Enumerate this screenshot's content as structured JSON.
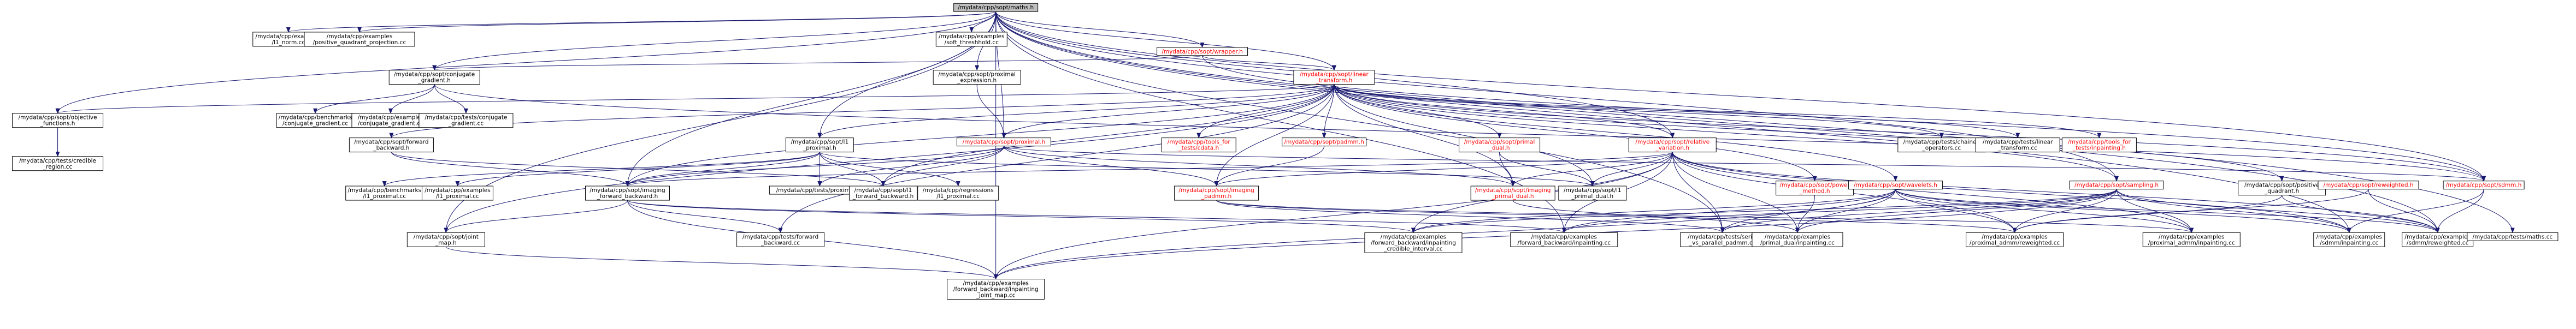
{
  "graph": {
    "title": "",
    "nodes": [
      {
        "id": "maths_h",
        "lines": [
          "/mydata/cpp/sopt/maths.h"
        ],
        "highlight": true
      },
      {
        "id": "ex_l1_norm",
        "lines": [
          "/mydata/cpp/examples",
          "/l1_norm.cc"
        ]
      },
      {
        "id": "ex_pos_quad_proj",
        "lines": [
          "/mydata/cpp/examples",
          "/positive_quadrant_projection.cc"
        ]
      },
      {
        "id": "ex_soft_thresh",
        "lines": [
          "/mydata/cpp/examples",
          "/soft_threshhold.cc"
        ]
      },
      {
        "id": "wrapper_h",
        "lines": [
          "/mydata/cpp/sopt/wrapper.h"
        ],
        "red": true
      },
      {
        "id": "conj_grad_h",
        "lines": [
          "/mydata/cpp/sopt/conjugate",
          "_gradient.h"
        ]
      },
      {
        "id": "prox_expr_h",
        "lines": [
          "/mydata/cpp/sopt/proximal",
          "_expression.h"
        ]
      },
      {
        "id": "linear_transform_h",
        "lines": [
          "/mydata/cpp/sopt/linear",
          "_transform.h"
        ],
        "red": true
      },
      {
        "id": "objective_functions_h",
        "lines": [
          "/mydata/cpp/sopt/objective",
          "_functions.h"
        ]
      },
      {
        "id": "bench_conj_grad",
        "lines": [
          "/mydata/cpp/benchmarks",
          "/conjugate_gradient.cc"
        ]
      },
      {
        "id": "ex_conj_grad",
        "lines": [
          "/mydata/cpp/examples",
          "/conjugate_gradient.cc"
        ]
      },
      {
        "id": "tests_conj_grad",
        "lines": [
          "/mydata/cpp/tests/conjugate",
          "_gradient.cc"
        ]
      },
      {
        "id": "tests_credible_region",
        "lines": [
          "/mydata/cpp/tests/credible",
          "_region.cc"
        ]
      },
      {
        "id": "forward_backward_h",
        "lines": [
          "/mydata/cpp/sopt/forward",
          "_backward.h"
        ]
      },
      {
        "id": "l1_proximal_h",
        "lines": [
          "/mydata/cpp/sopt/l1",
          "_proximal.h"
        ]
      },
      {
        "id": "proximal_h",
        "lines": [
          "/mydata/cpp/sopt/proximal.h"
        ],
        "red": true
      },
      {
        "id": "padmm_h",
        "lines": [
          "/mydata/cpp/sopt/padmm.h"
        ],
        "red": true
      },
      {
        "id": "tools_for_tests_h",
        "lines": [
          "/mydata/cpp/tools_for",
          "_tests/cdata.h"
        ],
        "red": true
      },
      {
        "id": "primal_dual_h",
        "lines": [
          "/mydata/cpp/sopt/primal",
          "_dual.h"
        ],
        "red": true
      },
      {
        "id": "relative_variation_h",
        "lines": [
          "/mydata/cpp/sopt/relative",
          "_variation.h"
        ],
        "red": true
      },
      {
        "id": "tests_chained_ops",
        "lines": [
          "/mydata/cpp/tests/chained",
          "_operators.cc"
        ]
      },
      {
        "id": "tests_linear_transform",
        "lines": [
          "/mydata/cpp/tests/linear",
          "_transform.cc"
        ]
      },
      {
        "id": "tools_for_tests_inpainting",
        "lines": [
          "/mydata/cpp/tools_for",
          "_tests/inpainting.h"
        ],
        "red": true
      },
      {
        "id": "bench_l1_prox",
        "lines": [
          "/mydata/cpp/benchmarks",
          "/l1_proximal.cc"
        ]
      },
      {
        "id": "ex_l1_prox",
        "lines": [
          "/mydata/cpp/examples",
          "/l1_proximal.cc"
        ]
      },
      {
        "id": "imaging_fb_h",
        "lines": [
          "/mydata/cpp/sopt/imaging",
          "_forward_backward.h"
        ]
      },
      {
        "id": "tests_proximal",
        "lines": [
          "/mydata/cpp/tests/proximal.cc"
        ]
      },
      {
        "id": "tests_l1_fb",
        "lines": [
          "/mydata/cpp/sopt/l1",
          "_forward_backward.h"
        ]
      },
      {
        "id": "tests_regressions",
        "lines": [
          "/mydata/cpp/regressions",
          "/l1_proximal.cc"
        ]
      },
      {
        "id": "imaging_padmm_h",
        "lines": [
          "/mydata/cpp/sopt/imaging",
          "_padmm.h"
        ],
        "red": true
      },
      {
        "id": "imaging_pd_h",
        "lines": [
          "/mydata/cpp/sopt/imaging",
          "_primal_dual.h"
        ],
        "red": true
      },
      {
        "id": "l1_primal_dual_h",
        "lines": [
          "/mydata/cpp/sopt/l1",
          "_primal_dual.h"
        ]
      },
      {
        "id": "power_method_h",
        "lines": [
          "/mydata/cpp/sopt/power",
          "_method.h"
        ],
        "red": true
      },
      {
        "id": "wavelets_h",
        "lines": [
          "/mydata/cpp/sopt/wavelets.h"
        ],
        "red": true
      },
      {
        "id": "sampling_h",
        "lines": [
          "/mydata/cpp/sopt/sampling.h"
        ],
        "red": true
      },
      {
        "id": "positive_quadrant_h",
        "lines": [
          "/mydata/cpp/sopt/positive",
          "_quadrant.h"
        ]
      },
      {
        "id": "reweighted_h",
        "lines": [
          "/mydata/cpp/sopt/reweighted.h"
        ],
        "red": true
      },
      {
        "id": "sdmm_h",
        "lines": [
          "/mydata/cpp/sopt/sdmm.h"
        ],
        "red": true
      },
      {
        "id": "joint_map_h",
        "lines": [
          "/mydata/cpp/sopt/joint",
          "_map.h"
        ]
      },
      {
        "id": "tests_forward_backward",
        "lines": [
          "/mydata/cpp/tests/forward",
          "_backward.cc"
        ]
      },
      {
        "id": "ex_fb_inpainting_credible",
        "lines": [
          "/mydata/cpp/examples",
          "/forward_backward/inpainting",
          "_credible_interval.cc"
        ]
      },
      {
        "id": "ex_fb_inpainting",
        "lines": [
          "/mydata/cpp/examples",
          "/forward_backward/inpainting.cc"
        ]
      },
      {
        "id": "tests_serial_padmm",
        "lines": [
          "/mydata/cpp/tests/serial",
          "_vs_parallel_padmm.cc"
        ]
      },
      {
        "id": "ex_pd_inpainting",
        "lines": [
          "/mydata/cpp/examples",
          "/primal_dual/inpainting.cc"
        ]
      },
      {
        "id": "ex_prox_admm_reweighted",
        "lines": [
          "/mydata/cpp/examples",
          "/proximal_admm/reweighted.cc"
        ]
      },
      {
        "id": "ex_prox_admm_inpainting",
        "lines": [
          "/mydata/cpp/examples",
          "/proximal_admm/inpainting.cc"
        ]
      },
      {
        "id": "ex_sdmm_inpainting",
        "lines": [
          "/mydata/cpp/examples",
          "/sdmm/inpainting.cc"
        ]
      },
      {
        "id": "ex_sdmm_reweighted",
        "lines": [
          "/mydata/cpp/examples",
          "/sdmm/reweighted.cc"
        ]
      },
      {
        "id": "tests_maths",
        "lines": [
          "/mydata/cpp/tests/maths.cc"
        ]
      },
      {
        "id": "ex_fb_inpainting_joint_map",
        "lines": [
          "/mydata/cpp/examples",
          "/forward_backward/inpainting",
          "_joint_map.cc"
        ]
      }
    ],
    "edges": [
      [
        "maths_h",
        "ex_l1_norm"
      ],
      [
        "maths_h",
        "ex_pos_quad_proj"
      ],
      [
        "maths_h",
        "ex_soft_thresh"
      ],
      [
        "maths_h",
        "wrapper_h"
      ],
      [
        "maths_h",
        "conj_grad_h"
      ],
      [
        "maths_h",
        "prox_expr_h"
      ],
      [
        "maths_h",
        "linear_transform_h"
      ],
      [
        "maths_h",
        "objective_functions_h"
      ],
      [
        "maths_h",
        "l1_proximal_h"
      ],
      [
        "maths_h",
        "proximal_h"
      ],
      [
        "maths_h",
        "relative_variation_h"
      ],
      [
        "maths_h",
        "sampling_h"
      ],
      [
        "maths_h",
        "sdmm_h"
      ],
      [
        "maths_h",
        "tests_maths"
      ],
      [
        "maths_h",
        "ex_sdmm_reweighted"
      ],
      [
        "maths_h",
        "ex_sdmm_inpainting"
      ],
      [
        "maths_h",
        "joint_map_h"
      ],
      [
        "maths_h",
        "ex_fb_inpainting_joint_map"
      ],
      [
        "maths_h",
        "tests_serial_padmm"
      ],
      [
        "maths_h",
        "ex_fb_inpainting"
      ],
      [
        "maths_h",
        "imaging_fb_h"
      ],
      [
        "wrapper_h",
        "linear_transform_h"
      ],
      [
        "wrapper_h",
        "conj_grad_h"
      ],
      [
        "wrapper_h",
        "sdmm_h"
      ],
      [
        "conj_grad_h",
        "bench_conj_grad"
      ],
      [
        "conj_grad_h",
        "ex_conj_grad"
      ],
      [
        "conj_grad_h",
        "tests_conj_grad"
      ],
      [
        "conj_grad_h",
        "sdmm_h"
      ],
      [
        "prox_expr_h",
        "proximal_h"
      ],
      [
        "linear_transform_h",
        "objective_functions_h"
      ],
      [
        "linear_transform_h",
        "forward_backward_h"
      ],
      [
        "linear_transform_h",
        "l1_proximal_h"
      ],
      [
        "linear_transform_h",
        "proximal_h"
      ],
      [
        "linear_transform_h",
        "padmm_h"
      ],
      [
        "linear_transform_h",
        "tools_for_tests_h"
      ],
      [
        "linear_transform_h",
        "primal_dual_h"
      ],
      [
        "linear_transform_h",
        "relative_variation_h"
      ],
      [
        "linear_transform_h",
        "tests_chained_ops"
      ],
      [
        "linear_transform_h",
        "tests_linear_transform"
      ],
      [
        "linear_transform_h",
        "tools_for_tests_inpainting"
      ],
      [
        "linear_transform_h",
        "imaging_fb_h"
      ],
      [
        "linear_transform_h",
        "imaging_padmm_h"
      ],
      [
        "linear_transform_h",
        "imaging_pd_h"
      ],
      [
        "linear_transform_h",
        "sdmm_h"
      ],
      [
        "linear_transform_h",
        "wavelets_h"
      ],
      [
        "linear_transform_h",
        "sampling_h"
      ],
      [
        "linear_transform_h",
        "power_method_h"
      ],
      [
        "linear_transform_h",
        "tests_l1_fb"
      ],
      [
        "linear_transform_h",
        "l1_primal_dual_h"
      ],
      [
        "linear_transform_h",
        "joint_map_h"
      ],
      [
        "linear_transform_h",
        "tests_forward_backward"
      ],
      [
        "linear_transform_h",
        "positive_quadrant_h"
      ],
      [
        "objective_functions_h",
        "tests_credible_region"
      ],
      [
        "forward_backward_h",
        "imaging_fb_h"
      ],
      [
        "forward_backward_h",
        "tests_l1_fb"
      ],
      [
        "l1_proximal_h",
        "bench_l1_prox"
      ],
      [
        "l1_proximal_h",
        "ex_l1_prox"
      ],
      [
        "l1_proximal_h",
        "tests_proximal"
      ],
      [
        "l1_proximal_h",
        "tests_l1_fb"
      ],
      [
        "l1_proximal_h",
        "tests_regressions"
      ],
      [
        "l1_proximal_h",
        "imaging_fb_h"
      ],
      [
        "l1_proximal_h",
        "l1_primal_dual_h"
      ],
      [
        "proximal_h",
        "tests_proximal"
      ],
      [
        "proximal_h",
        "imaging_padmm_h"
      ],
      [
        "proximal_h",
        "imaging_pd_h"
      ],
      [
        "proximal_h",
        "imaging_fb_h"
      ],
      [
        "proximal_h",
        "tests_l1_fb"
      ],
      [
        "proximal_h",
        "sdmm_h"
      ],
      [
        "padmm_h",
        "imaging_padmm_h"
      ],
      [
        "primal_dual_h",
        "imaging_pd_h"
      ],
      [
        "primal_dual_h",
        "l1_primal_dual_h"
      ],
      [
        "relative_variation_h",
        "imaging_padmm_h"
      ],
      [
        "relative_variation_h",
        "imaging_pd_h"
      ],
      [
        "relative_variation_h",
        "imaging_fb_h"
      ],
      [
        "relative_variation_h",
        "ex_fb_inpainting_credible"
      ],
      [
        "relative_variation_h",
        "ex_fb_inpainting"
      ],
      [
        "relative_variation_h",
        "ex_pd_inpainting"
      ],
      [
        "relative_variation_h",
        "ex_prox_admm_reweighted"
      ],
      [
        "relative_variation_h",
        "ex_prox_admm_inpainting"
      ],
      [
        "relative_variation_h",
        "ex_sdmm_inpainting"
      ],
      [
        "relative_variation_h",
        "ex_sdmm_reweighted"
      ],
      [
        "relative_variation_h",
        "tests_serial_padmm"
      ],
      [
        "relative_variation_h",
        "ex_fb_inpainting_joint_map"
      ],
      [
        "relative_variation_h",
        "l1_primal_dual_h"
      ],
      [
        "imaging_fb_h",
        "joint_map_h"
      ],
      [
        "imaging_fb_h",
        "tests_forward_backward"
      ],
      [
        "imaging_fb_h",
        "ex_fb_inpainting_credible"
      ],
      [
        "imaging_fb_h",
        "ex_fb_inpainting"
      ],
      [
        "imaging_fb_h",
        "ex_fb_inpainting_joint_map"
      ],
      [
        "imaging_padmm_h",
        "tests_serial_padmm"
      ],
      [
        "imaging_padmm_h",
        "ex_prox_admm_reweighted"
      ],
      [
        "imaging_padmm_h",
        "ex_prox_admm_inpainting"
      ],
      [
        "imaging_pd_h",
        "ex_pd_inpainting"
      ],
      [
        "power_method_h",
        "ex_pd_inpainting"
      ],
      [
        "wavelets_h",
        "ex_fb_inpainting_credible"
      ],
      [
        "wavelets_h",
        "ex_fb_inpainting"
      ],
      [
        "wavelets_h",
        "tests_serial_padmm"
      ],
      [
        "wavelets_h",
        "ex_pd_inpainting"
      ],
      [
        "wavelets_h",
        "ex_prox_admm_reweighted"
      ],
      [
        "wavelets_h",
        "ex_prox_admm_inpainting"
      ],
      [
        "wavelets_h",
        "ex_sdmm_inpainting"
      ],
      [
        "wavelets_h",
        "ex_sdmm_reweighted"
      ],
      [
        "wavelets_h",
        "ex_fb_inpainting_joint_map"
      ],
      [
        "sampling_h",
        "ex_fb_inpainting_credible"
      ],
      [
        "sampling_h",
        "ex_fb_inpainting"
      ],
      [
        "sampling_h",
        "tests_serial_padmm"
      ],
      [
        "sampling_h",
        "ex_pd_inpainting"
      ],
      [
        "sampling_h",
        "ex_prox_admm_reweighted"
      ],
      [
        "sampling_h",
        "ex_prox_admm_inpainting"
      ],
      [
        "sampling_h",
        "ex_sdmm_inpainting"
      ],
      [
        "sampling_h",
        "ex_sdmm_reweighted"
      ],
      [
        "sampling_h",
        "ex_fb_inpainting_joint_map"
      ],
      [
        "positive_quadrant_h",
        "ex_prox_admm_reweighted"
      ],
      [
        "positive_quadrant_h",
        "ex_sdmm_reweighted"
      ],
      [
        "reweighted_h",
        "ex_prox_admm_reweighted"
      ],
      [
        "reweighted_h",
        "ex_sdmm_reweighted"
      ],
      [
        "sdmm_h",
        "ex_sdmm_inpainting"
      ],
      [
        "sdmm_h",
        "ex_sdmm_reweighted"
      ],
      [
        "joint_map_h",
        "ex_fb_inpainting_joint_map"
      ]
    ]
  },
  "colors": {
    "edge": "#191970",
    "node_border": "#000000",
    "node_fill": "#ffffff",
    "highlight_fill": "#bfbfbf",
    "red_text": "#ff0000",
    "text": "#000000"
  }
}
